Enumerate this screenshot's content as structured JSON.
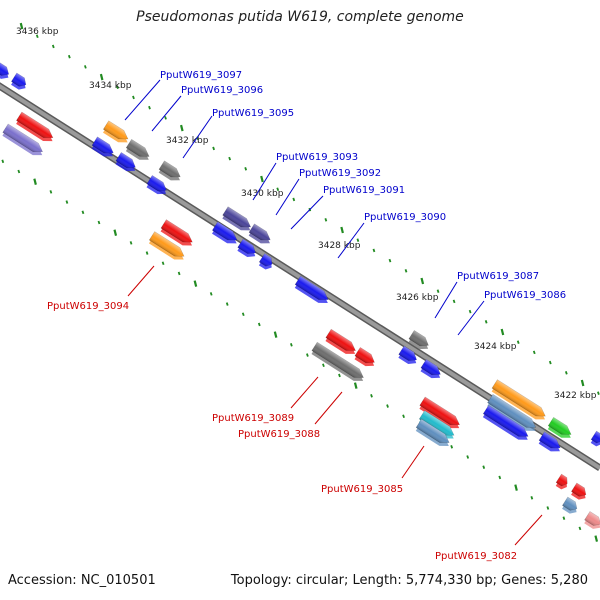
{
  "title": "Pseudomonas putida W619, complete genome",
  "accession": "Accession: NC_010501",
  "summary": "Topology: circular; Length: 5,774,330 bp; Genes: 5,280",
  "scale_labels": [
    "3436 kbp",
    "3434 kbp",
    "3432 kbp",
    "3430 kbp",
    "3428 kbp",
    "3426 kbp",
    "3424 kbp",
    "3422 kbp"
  ],
  "top_genes": [
    "PputW619_3097",
    "PputW619_3096",
    "PputW619_3095",
    "PputW619_3093",
    "PputW619_3092",
    "PputW619_3091",
    "PputW619_3090",
    "PputW619_3087",
    "PputW619_3086"
  ],
  "bottom_genes": [
    "PputW619_3094",
    "PputW619_3089",
    "PputW619_3088",
    "PputW619_3085",
    "PputW619_3082"
  ],
  "colors": {
    "backbone": "#8a8a8a",
    "blue": "#1a1aee",
    "red": "#ee1111",
    "orange": "#ff9a1a",
    "gray": "#6e6e6e",
    "purple": "#4a4499",
    "lavender": "#7a6fcc",
    "green": "#22cc22",
    "cyan": "#22bbcc",
    "steel": "#5f8fbf",
    "pink": "#ee8a8a",
    "label_top": "#0000cc",
    "label_bottom": "#cc0000",
    "tick": "#228b22"
  }
}
